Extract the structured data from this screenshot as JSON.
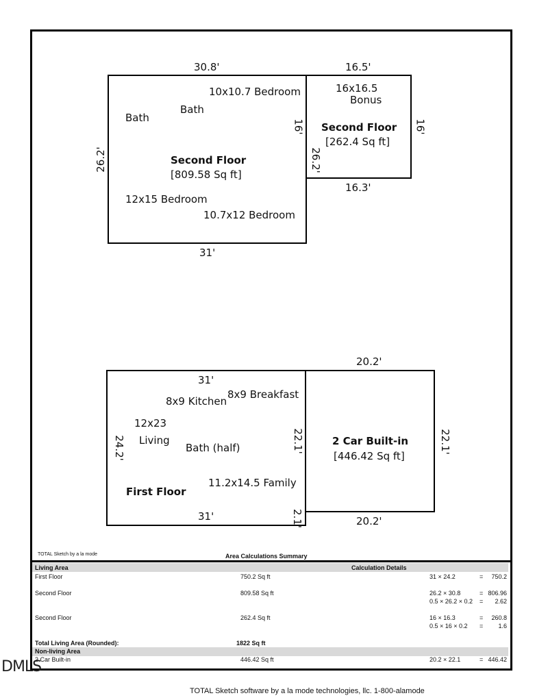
{
  "second_floor": {
    "main": {
      "top_dim": "30.8'",
      "bottom_dim": "31'",
      "left_dim": "26.2'",
      "right_dim_upper": "16'",
      "right_dim_lower": "26.2'",
      "title": "Second Floor",
      "area": "[809.58 Sq ft]",
      "rooms": [
        "10x10.7 Bedroom",
        "Bath",
        "Bath",
        "12x15 Bedroom",
        "10.7x12 Bedroom"
      ]
    },
    "bonus": {
      "top_dim": "16.5'",
      "bottom_dim": "16.3'",
      "right_dim": "16'",
      "room_line1": "16x16.5",
      "room_line2": "Bonus",
      "title": "Second Floor",
      "area": "[262.4 Sq ft]"
    }
  },
  "first_floor": {
    "main": {
      "top_dim": "31'",
      "bottom_dim": "31'",
      "left_dim": "24.2'",
      "right_dim_upper": "22.1'",
      "right_dim_lower": "2.1'",
      "title": "First Floor",
      "rooms": [
        "8x9 Breakfast",
        "8x9 Kitchen",
        "12x23",
        "Living",
        "Bath (half)",
        "11.2x14.5 Family"
      ]
    },
    "garage": {
      "top_dim": "20.2'",
      "bottom_dim": "20.2'",
      "right_dim": "22.1'",
      "title": "2 Car Built-in",
      "area": "[446.42 Sq ft]"
    }
  },
  "summary": {
    "credit_small": "TOTAL Sketch by a la mode",
    "title": "Area Calculations Summary",
    "living_header": "Living Area",
    "calc_header": "Calculation Details",
    "rows": [
      {
        "name": "First Floor",
        "area": "750.2 Sq ft",
        "calcs": [
          {
            "expr": "31 × 24.2",
            "eq": "=",
            "val": "750.2"
          }
        ]
      },
      {
        "name": "Second Floor",
        "area": "809.58 Sq ft",
        "calcs": [
          {
            "expr": "26.2 × 30.8",
            "eq": "=",
            "val": "806.96"
          },
          {
            "expr": "0.5 × 26.2 × 0.2",
            "eq": "=",
            "val": "2.62"
          }
        ]
      },
      {
        "name": "Second Floor",
        "area": "262.4 Sq ft",
        "calcs": [
          {
            "expr": "16 × 16.3",
            "eq": "=",
            "val": "260.8"
          },
          {
            "expr": "0.5 × 16 × 0.2",
            "eq": "=",
            "val": "1.6"
          }
        ]
      }
    ],
    "total_label": "Total Living Area (Rounded):",
    "total_value": "1822 Sq ft",
    "nonliving_header": "Non-living Area",
    "nonliving": {
      "name": "2 Car Built-in",
      "area": "446.42 Sq ft",
      "expr": "20.2 × 22.1",
      "eq": "=",
      "val": "446.42"
    }
  },
  "footer": "TOTAL Sketch software by a la mode technologies, llc. 1-800-alamode",
  "watermark": "DMLS"
}
